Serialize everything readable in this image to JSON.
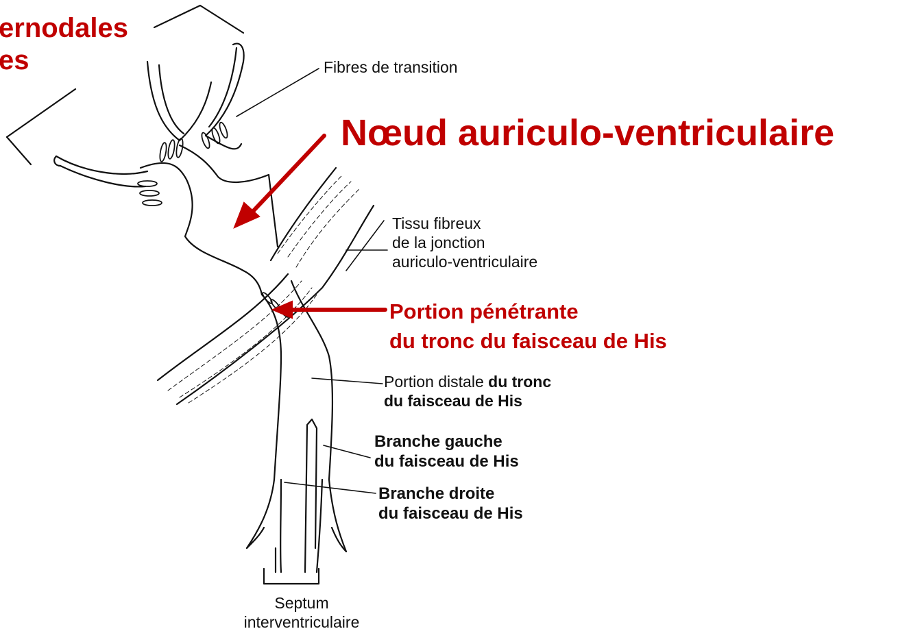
{
  "header_red": {
    "line1": "ernodales",
    "line2": "es"
  },
  "title_red": "Nœud auriculo-ventriculaire",
  "portion_penetrante": {
    "line1": "Portion pénétrante",
    "line2": "du tronc du faisceau de His"
  },
  "labels": {
    "fibres_transition": "Fibres de transition",
    "tissu_fibreux": {
      "line1": "Tissu fibreux",
      "line2": "de la jonction",
      "line3": "auriculo-ventriculaire"
    },
    "portion_distale": {
      "line1_plain": "Portion distale",
      "line1_bold": "du tronc",
      "line2": "du faisceau de His"
    },
    "branche_gauche": {
      "line1": "Branche gauche",
      "line2": "du faisceau de His"
    },
    "branche_droite": {
      "line1": "Branche droite",
      "line2": "du faisceau de His"
    },
    "septum": {
      "line1": "Septum",
      "line2": "interventriculaire"
    }
  },
  "colors": {
    "accent_red": "#c00000",
    "ink": "#111111"
  }
}
